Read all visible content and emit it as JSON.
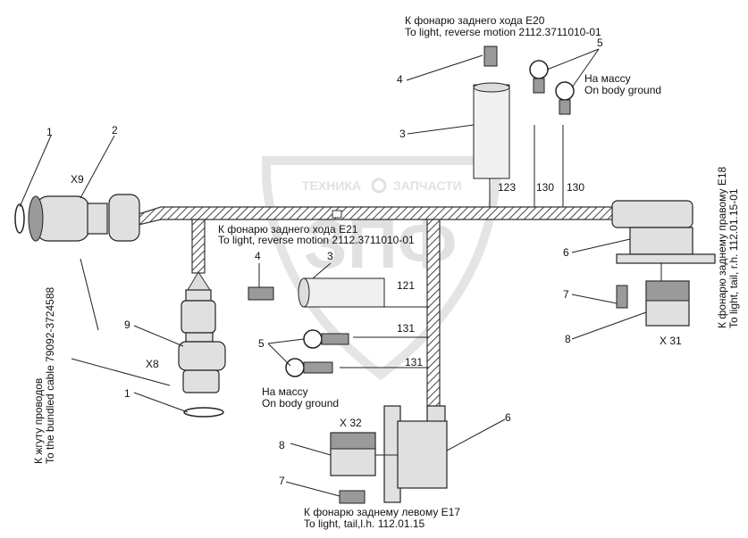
{
  "watermark": {
    "left": "ТЕХНИКА",
    "right": "ЗАПЧАСТИ",
    "logo": "ЗПФ"
  },
  "callouts": [
    "1",
    "2",
    "3",
    "4",
    "5",
    "6",
    "7",
    "8",
    "9"
  ],
  "connectors": {
    "x9": "X9",
    "x8": "X8",
    "x31": "X 31",
    "x32": "X 32"
  },
  "wires": {
    "w123": "123",
    "w130a": "130",
    "w130b": "130",
    "w121": "121",
    "w131a": "131",
    "w131b": "131"
  },
  "texts": {
    "e20_ru": "К фонарю заднего хода  E20",
    "e20_en": "To light, reverse motion 2112.3711010-01",
    "mass_top_ru": "На массу",
    "mass_top_en": "On body ground",
    "e21_ru": "К фонарю заднего хода  E21",
    "e21_en": "To light, reverse motion 2112.3711010-01",
    "mass_mid_ru": "На массу",
    "mass_mid_en": "On body ground",
    "e17_ru": "К фонарю заднему левому  E17",
    "e17_en": "To light, tail,l.h. 112.01.15",
    "e18_ru": "К фонарю заднему правому  E18",
    "e18_en": "To light, tail, r.h. 112.01.15-01",
    "bundle_ru": "К жгуту проводов",
    "bundle_en": "To the bundled cable 79092-3724588"
  }
}
